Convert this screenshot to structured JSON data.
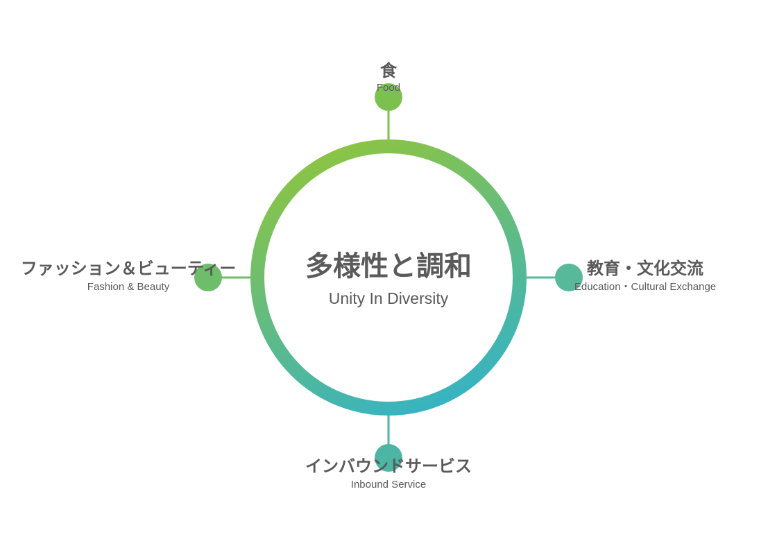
{
  "center": {
    "title": "多様性と調和",
    "subtitle": "Unity In Diversity"
  },
  "nodes": {
    "food": {
      "ja": "食",
      "en": "Food"
    },
    "fashion": {
      "ja": "ファッション＆ビューティー",
      "en": "Fashion & Beauty"
    },
    "education": {
      "ja": "教育・文化交流",
      "en": "Education・Cultural Exchange"
    },
    "inbound": {
      "ja": "インバウンドサービス",
      "en": "Inbound Service"
    }
  },
  "colors": {
    "gradient_start": "#8cc443",
    "gradient_end": "#36b3c3",
    "text": "#5a5a5a",
    "node_food": "#7cc150",
    "node_fashion": "#6dbd6a",
    "node_education": "#57b89a",
    "node_inbound": "#4db5a4"
  }
}
